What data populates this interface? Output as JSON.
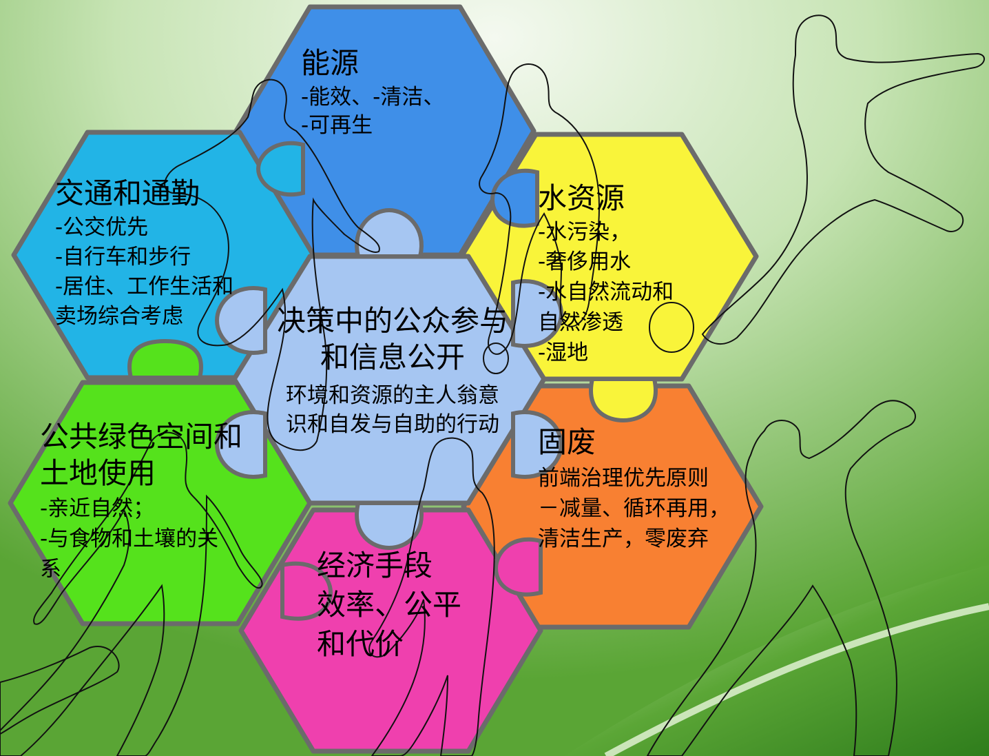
{
  "colors": {
    "energy": "#3f8fe8",
    "transport": "#22b4e6",
    "water": "#f9f43a",
    "center": "#a6c6f2",
    "green_space": "#55e21c",
    "solid_waste": "#f88032",
    "economic": "#ef40ae",
    "outline": "#6b6b6b",
    "background_light": "#f2f8ee",
    "background_green": "#5aa535"
  },
  "center": {
    "title_line1": "决策中的公众参与",
    "title_line2": "和信息公开",
    "sub_line1": "环境和资源的主人翁意",
    "sub_line2": "识和自发与自助的行动"
  },
  "energy": {
    "title": "能源",
    "lines": [
      "-能效、-清洁、",
      "-可再生"
    ]
  },
  "transport": {
    "title": "交通和通勤",
    "lines": [
      "-公交优先",
      "-自行车和步行",
      "-居住、工作生活和",
      "卖场综合考虑"
    ]
  },
  "water": {
    "title": "水资源",
    "lines": [
      "-水污染，",
      "-奢侈用水",
      "-水自然流动和",
      "自然渗透",
      "-湿地"
    ]
  },
  "green_space": {
    "title_line1": "公共绿色空间和",
    "title_line2": "土地使用",
    "lines": [
      "-亲近自然；",
      "-与食物和土壤的关",
      "系"
    ]
  },
  "solid_waste": {
    "title": "固废",
    "lines": [
      "前端治理优先原则",
      "－减量、循环再用，",
      "清洁生产，零废弃"
    ]
  },
  "economic": {
    "title": "经济手段",
    "lines": [
      "效率、公平",
      "和代价"
    ]
  }
}
